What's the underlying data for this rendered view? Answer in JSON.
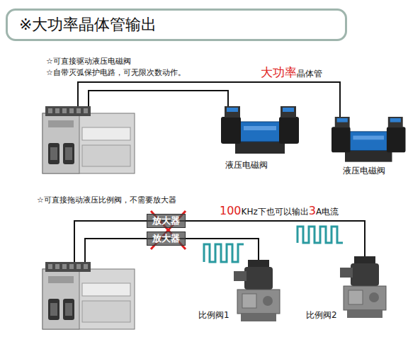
{
  "diagram": {
    "title": "※大功率晶体管输出",
    "nodes": [
      {
        "text": [
          "放大器"
        ]
      },
      {
        "text": [
          "放大器"
        ]
      }
    ],
    "labels": [
      "☆可直接驱动液压电磁阀",
      "☆自带灭弧保护电路，可无限次数动作。",
      "大功率",
      "晶体管",
      "液压电磁阀",
      "液压电磁阀",
      "☆可直接拖动液压比例阀，不需要放大器",
      "100",
      "KHz下也可以输出",
      "3",
      "A电流",
      "比例阀1",
      "比例阀2"
    ]
  }
}
